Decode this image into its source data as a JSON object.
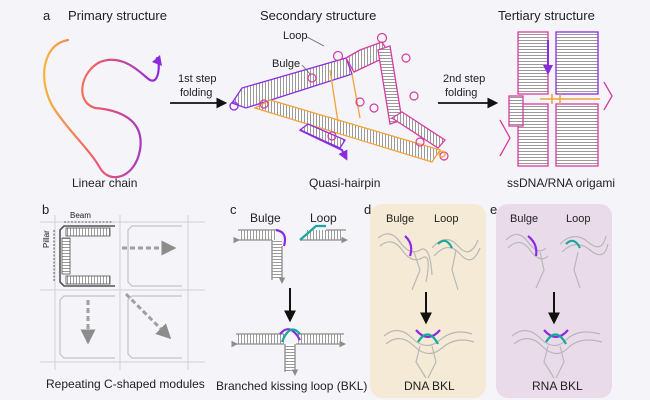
{
  "panels": {
    "a": {
      "letter": "a",
      "primary_title": "Primary structure",
      "secondary_title": "Secondary structure",
      "tertiary_title": "Tertiary structure",
      "arrow1_line1": "1st step",
      "arrow1_line2": "folding",
      "arrow2_line1": "2nd step",
      "arrow2_line2": "folding",
      "loop_label": "Loop",
      "bulge_label": "Bulge",
      "caption_primary": "Linear chain",
      "caption_secondary": "Quasi-hairpin",
      "caption_tertiary": "ssDNA/RNA origami"
    },
    "b": {
      "letter": "b",
      "beam_label": "Beam",
      "pillar_label": "Pillar",
      "caption": "Repeating C-shaped modules"
    },
    "c": {
      "letter": "c",
      "bulge_label": "Bulge",
      "loop_label": "Loop",
      "caption": "Branched kissing loop (BKL)"
    },
    "d": {
      "letter": "d",
      "bulge_label": "Bulge",
      "loop_label": "Loop",
      "caption": "DNA BKL"
    },
    "e": {
      "letter": "e",
      "bulge_label": "Bulge",
      "loop_label": "Loop",
      "caption": "RNA BKL"
    }
  },
  "colors": {
    "background": "#f4f4f9",
    "strand_gray": "#8c8c8c",
    "purple": "#8a2be2",
    "magenta": "#d63ca0",
    "orange": "#f2a33a",
    "teal": "#16a89a",
    "dna_panel": "#f5ead6",
    "rna_panel": "#eadbea"
  }
}
